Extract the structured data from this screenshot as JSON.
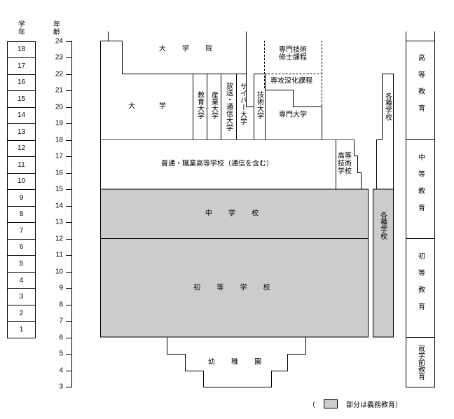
{
  "headers": {
    "grade": "学年",
    "age": "年齢"
  },
  "grades": [
    "18",
    "17",
    "16",
    "15",
    "14",
    "13",
    "12",
    "11",
    "10",
    "9",
    "8",
    "7",
    "6",
    "5",
    "4",
    "3",
    "2",
    "1"
  ],
  "ages": [
    "24",
    "23",
    "22",
    "21",
    "20",
    "19",
    "18",
    "17",
    "16",
    "15",
    "14",
    "13",
    "12",
    "11",
    "10",
    "9",
    "8",
    "7",
    "6",
    "5",
    "4",
    "3"
  ],
  "schools": {
    "graduate_school": "大 学 院",
    "university_left": "大",
    "university_right": "学",
    "education_univ": "教育大学",
    "industrial_univ": "産業大学",
    "broadcast_univ": "放送・通信大学",
    "cyber_univ": "サイバー大学",
    "tech_univ": "技術大学",
    "prof_tech_masters": [
      "専門技術",
      "修士課程"
    ],
    "advanced_major": "専攻深化課程",
    "junior_college": "専門大学",
    "misc_school_upper": "各種学校",
    "high_school": "普通・職業高等学校（通信を含む）",
    "higher_tech_school": [
      "高等",
      "技術",
      "学校"
    ],
    "middle_school": "中 学 校",
    "misc_school_lower": "各種学校",
    "elementary_school": "初 等 学 校",
    "kindergarten": "幼 稚 園"
  },
  "stages": {
    "higher": "高等教育",
    "secondary": "中等教育",
    "primary": "初等教育",
    "preschool": "就学前教育"
  },
  "legend": {
    "open": "（",
    "text": "部分は義務教育）"
  },
  "colors": {
    "compulsory": "#cccccc"
  }
}
